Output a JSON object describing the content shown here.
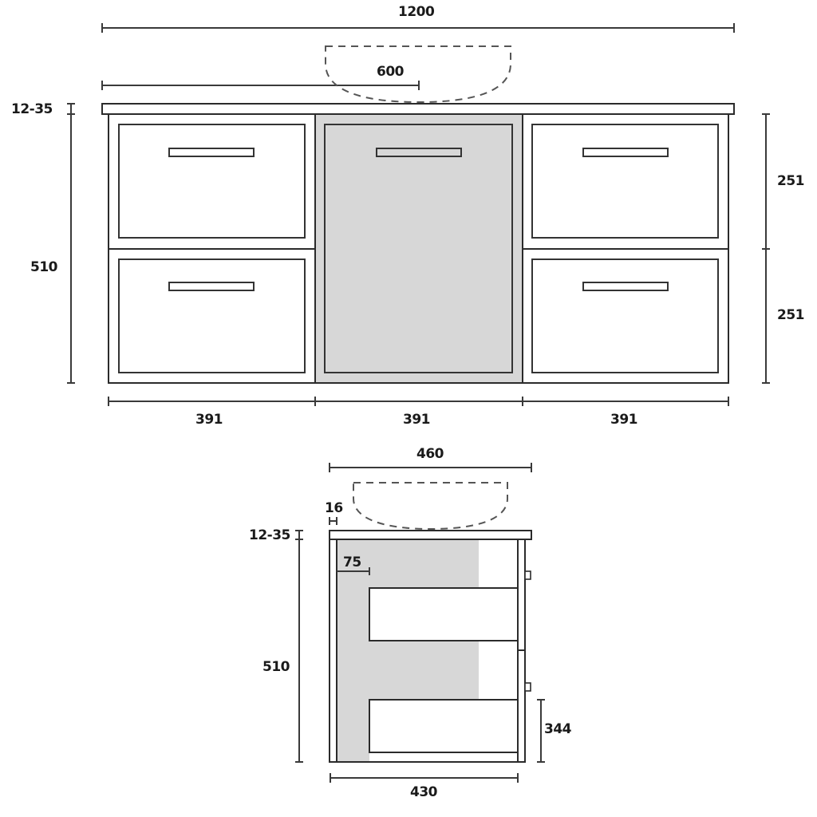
{
  "colors": {
    "background": "#ffffff",
    "line": "#2b2b2b",
    "highlight_fill": "#d7d7d7",
    "text": "#1a1a1a"
  },
  "front_view": {
    "overall_width": "1200",
    "basin_width": "600",
    "top_thickness": "12-35",
    "overall_height": "510",
    "drawer_height_top": "251",
    "drawer_height_bottom": "251",
    "module_widths": [
      "391",
      "391",
      "391"
    ],
    "modules": [
      {
        "type": "drawers",
        "count": 2,
        "highlighted": false
      },
      {
        "type": "door",
        "count": 1,
        "highlighted": true
      },
      {
        "type": "drawers",
        "count": 2,
        "highlighted": false
      }
    ]
  },
  "side_view": {
    "top_depth": "460",
    "top_overhang": "16",
    "top_thickness": "12-35",
    "inset": "75",
    "overall_height": "510",
    "drawer_height": "344",
    "body_depth": "430"
  }
}
